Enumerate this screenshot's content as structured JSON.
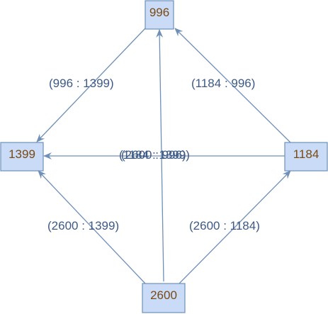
{
  "colors": {
    "node_fill": "#c9dbf7",
    "node_border": "#6f8fb8",
    "node_text": "#7a4a12",
    "edge": "#6f8fb8",
    "edge_label": "#3d5a86"
  },
  "nodes": [
    {
      "id": "n996",
      "label": "996"
    },
    {
      "id": "n1399",
      "label": "1399"
    },
    {
      "id": "n1184",
      "label": "1184"
    },
    {
      "id": "n2600",
      "label": "2600"
    }
  ],
  "edges": [
    {
      "from": "n996",
      "to": "n1399",
      "label": "(996 : 1399)"
    },
    {
      "from": "n1184",
      "to": "n996",
      "label": "(1184 : 996)"
    },
    {
      "from": "n1184",
      "to": "n1399",
      "label": "(1184 : 1399)"
    },
    {
      "from": "n2600",
      "to": "n996",
      "label": "(2600 : 996)"
    },
    {
      "from": "n2600",
      "to": "n1399",
      "label": "(2600 : 1399)"
    },
    {
      "from": "n2600",
      "to": "n1184",
      "label": "(2600 : 1184)"
    }
  ]
}
